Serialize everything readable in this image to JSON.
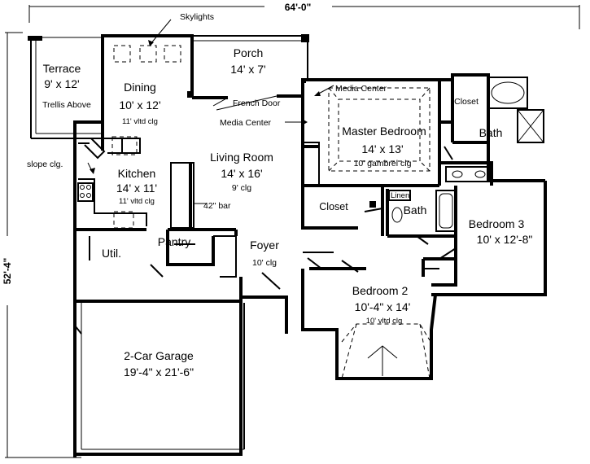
{
  "dimensions": {
    "width": "64'-0\"",
    "depth": "52'-4\""
  },
  "rooms": {
    "terrace": {
      "name": "Terrace",
      "size": "9' x 12'",
      "note": "Trellis Above"
    },
    "dining": {
      "name": "Dining",
      "size": "10' x 12'",
      "ceiling": "11' vltd clg"
    },
    "porch": {
      "name": "Porch",
      "size": "14' x 7'"
    },
    "kitchen": {
      "name": "Kitchen",
      "size": "14' x 11'",
      "ceiling": "11' vltd clg"
    },
    "living": {
      "name": "Living Room",
      "size": "14' x 16'",
      "ceiling": "9' clg"
    },
    "master": {
      "name": "Master Bedroom",
      "size": "14' x 13'",
      "ceiling": "10' gambrel clg"
    },
    "master_closet": {
      "name": "Closet"
    },
    "master_bath": {
      "name": "Bath"
    },
    "walk_closet": {
      "name": "Closet"
    },
    "linen": {
      "name": "Linen"
    },
    "hall_bath": {
      "name": "Bath"
    },
    "bedroom3": {
      "name": "Bedroom 3",
      "size": "10' x 12'-8\""
    },
    "utility": {
      "name": "Util."
    },
    "pantry": {
      "name": "Pantry"
    },
    "foyer": {
      "name": "Foyer",
      "ceiling": "10' clg"
    },
    "bedroom2": {
      "name": "Bedroom 2",
      "size": "10'-4\" x 14'",
      "ceiling": "10' vltd clg"
    },
    "garage": {
      "name": "2-Car Garage",
      "size": "19'-4\" x 21'-6\""
    }
  },
  "annotations": {
    "skylights": "Skylights",
    "media_center_top": "Media Center",
    "media_center_left": "Media Center",
    "french_door": "French Door",
    "slope_clg": "slope clg.",
    "bar": "42\" bar"
  }
}
